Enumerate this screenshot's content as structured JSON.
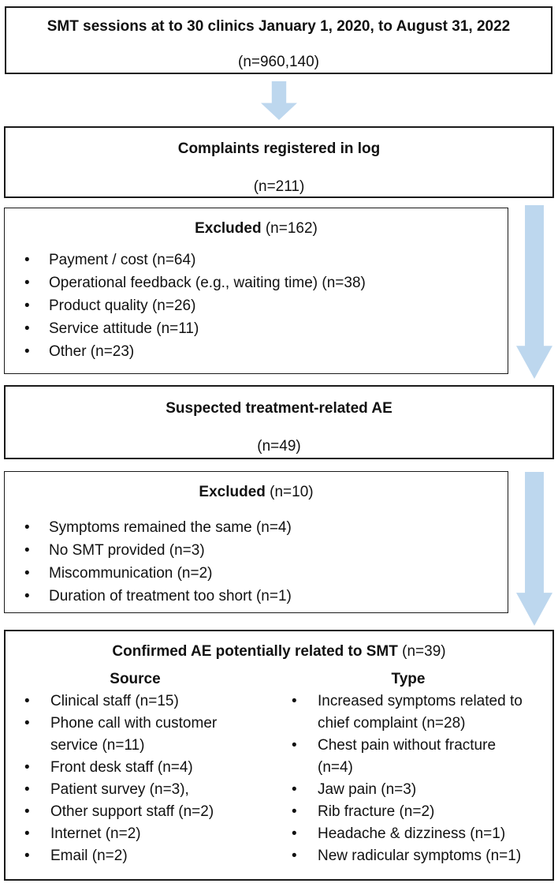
{
  "colors": {
    "arrow": "#BDD7EE",
    "border": "#1a1a1a"
  },
  "flow": {
    "box1": {
      "title": "SMT sessions at to 30 clinics January 1, 2020, to August 31, 2022",
      "n": "(n=960,140)"
    },
    "box2": {
      "title": "Complaints registered in log",
      "n": "(n=211)"
    },
    "excluded1": {
      "heading": "Excluded",
      "count": "(n=162)",
      "items": [
        "Payment / cost (n=64)",
        "Operational feedback (e.g., waiting time) (n=38)",
        "Product quality (n=26)",
        "Service attitude (n=11)",
        "Other (n=23)"
      ]
    },
    "box4": {
      "title": "Suspected treatment-related AE",
      "n": "(n=49)"
    },
    "excluded2": {
      "heading": "Excluded",
      "count": "(n=10)",
      "items": [
        "Symptoms remained the same (n=4)",
        "No SMT provided (n=3)",
        "Miscommunication (n=2)",
        "Duration of treatment too short (n=1)"
      ]
    },
    "confirmed": {
      "heading": "Confirmed AE potentially related to SMT",
      "count": "(n=39)",
      "source_heading": "Source",
      "source_items": [
        "Clinical staff (n=15)",
        "Phone call with customer service (n=11)",
        "Front desk staff (n=4)",
        "Patient survey (n=3),",
        "Other support staff (n=2)",
        "Internet (n=2)",
        "Email (n=2)"
      ],
      "type_heading": "Type",
      "type_items": [
        "Increased symptoms related to chief complaint (n=28)",
        "Chest pain without fracture (n=4)",
        "Jaw pain (n=3)",
        "Rib fracture (n=2)",
        "Headache & dizziness (n=1)",
        "New radicular symptoms (n=1)"
      ]
    }
  }
}
